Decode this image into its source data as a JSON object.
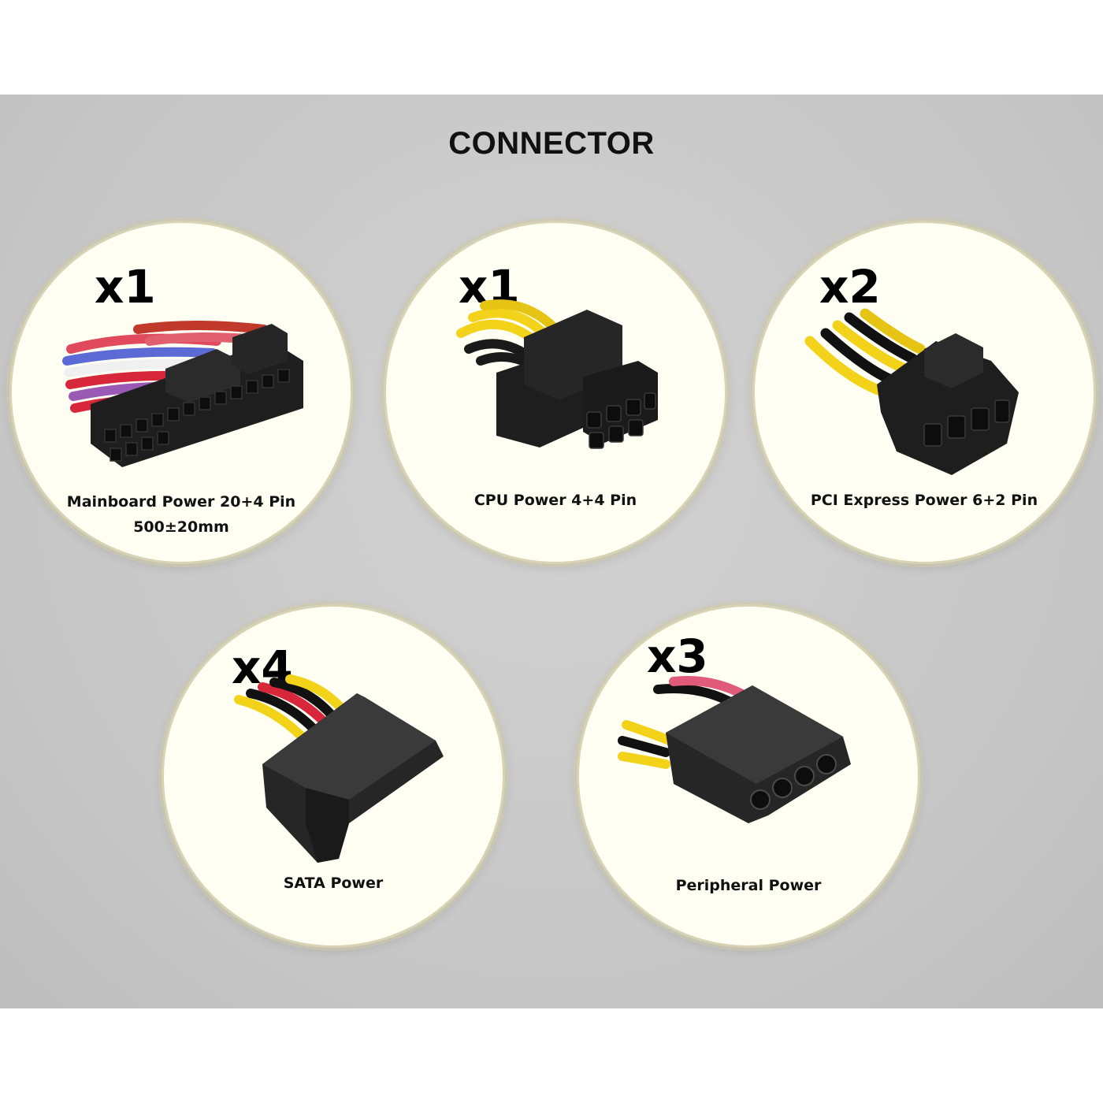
{
  "title": "CONNECTOR",
  "connectors": [
    {
      "qty": "x1",
      "name": "Mainboard Power 20+4 Pin",
      "detail": "500±20mm",
      "icon": "atx-24pin-connector-icon"
    },
    {
      "qty": "x1",
      "name": "CPU Power 4+4 Pin",
      "icon": "eps-8pin-connector-icon"
    },
    {
      "qty": "x2",
      "name": "PCI Express Power 6+2 Pin",
      "icon": "pcie-8pin-connector-icon"
    },
    {
      "qty": "x4",
      "name": "SATA Power",
      "icon": "sata-power-connector-icon"
    },
    {
      "qty": "x3",
      "name": "Peripheral Power",
      "icon": "molex-connector-icon"
    }
  ],
  "colors": {
    "background": "#c9c9c9",
    "circle": "#fffef3",
    "connector": "#1e1e1e",
    "wire_yellow": "#f3d21a",
    "wire_red": "#d8263a",
    "wire_black": "#111111"
  }
}
